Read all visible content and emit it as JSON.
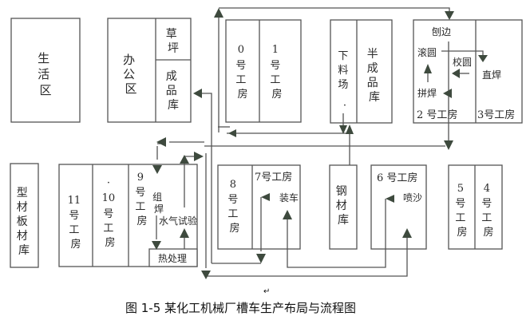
{
  "diagram": {
    "title": "图 1-5   某化工机械厂槽车生产布局与流程图",
    "return_mark": "↵",
    "areas": {
      "living": "生活区",
      "office": "办公区",
      "lawn": "草坪",
      "finished_store": "成品库",
      "workshop0": "0号工房",
      "workshop1": "1号工房",
      "cutting_yard": "下料场",
      "semi_finished_store": "半成品库",
      "workshop2": "2 号工房",
      "workshop3": "3号工房",
      "profile_store": "型材板材库",
      "workshop11": "11号工房",
      "workshop10": "10号工房",
      "workshop9": "9号工房",
      "heat_treatment": "热处理",
      "workshop8": "8号工房",
      "workshop7": "7号工房",
      "steel_store": "钢材库",
      "workshop6": "6 号工房",
      "workshop5": "5号工房",
      "workshop4": "4号工房"
    },
    "processes": {
      "planing": "刨边",
      "rolling": "滚圆",
      "rounding": "校圆",
      "straight_weld": "直焊",
      "splice_weld": "拼焊",
      "assembly_weld": "组焊",
      "hydro_test": "水气试验",
      "loading": "装车",
      "sandblast": "喷沙"
    },
    "flow_sequence": [
      "钢材库",
      "下料场",
      "0号工房",
      "2 号工房",
      "9号工房",
      "6 号工房",
      "7号工房",
      "成品库"
    ]
  }
}
